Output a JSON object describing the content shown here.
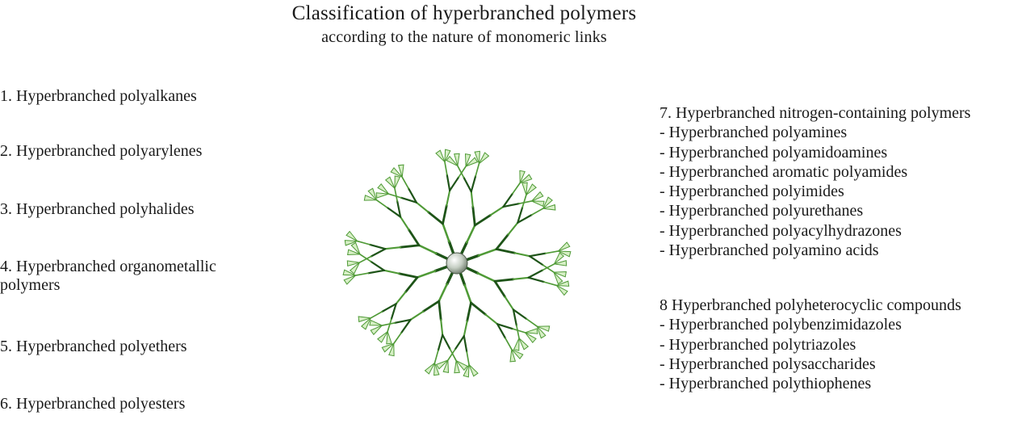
{
  "title": "Classification of hyperbranched polymers",
  "subtitle": "according to the nature of monomeric links",
  "left_items": [
    "1. Hyperbranched polyalkanes",
    "2. Hyperbranched polyarylenes",
    "3. Hyperbranched polyhalides",
    "4. Hyperbranched organometallic polymers",
    "5. Hyperbranched polyethers",
    "6. Hyperbranched polyesters"
  ],
  "group7": {
    "heading": "7. Hyperbranched nitrogen-containing polymers",
    "items": [
      "- Hyperbranched polyamines",
      "- Hyperbranched polyamidoamines",
      "- Hyperbranched aromatic polyamides",
      "- Hyperbranched polyimides",
      "- Hyperbranched polyurethanes",
      "- Hyperbranched polyacylhydrazones",
      "- Hyperbranched polyamino acids"
    ]
  },
  "group8": {
    "heading": "8 Hyperbranched polyheterocyclic compounds",
    "items": [
      "- Hyperbranched polybenzimidazoles",
      "- Hyperbranched polytriazoles",
      "- Hyperbranched polysaccharides",
      "- Hyperbranched polythiophenes"
    ]
  },
  "colors": {
    "branch_dark": "#1e5418",
    "branch_light": "#4f9a36",
    "tip_outline": "#4f9a36",
    "tip_fill": "#d6efc5",
    "core": "#8c9b8a"
  },
  "dendrimer": {
    "arms": 8,
    "generations": 3
  }
}
